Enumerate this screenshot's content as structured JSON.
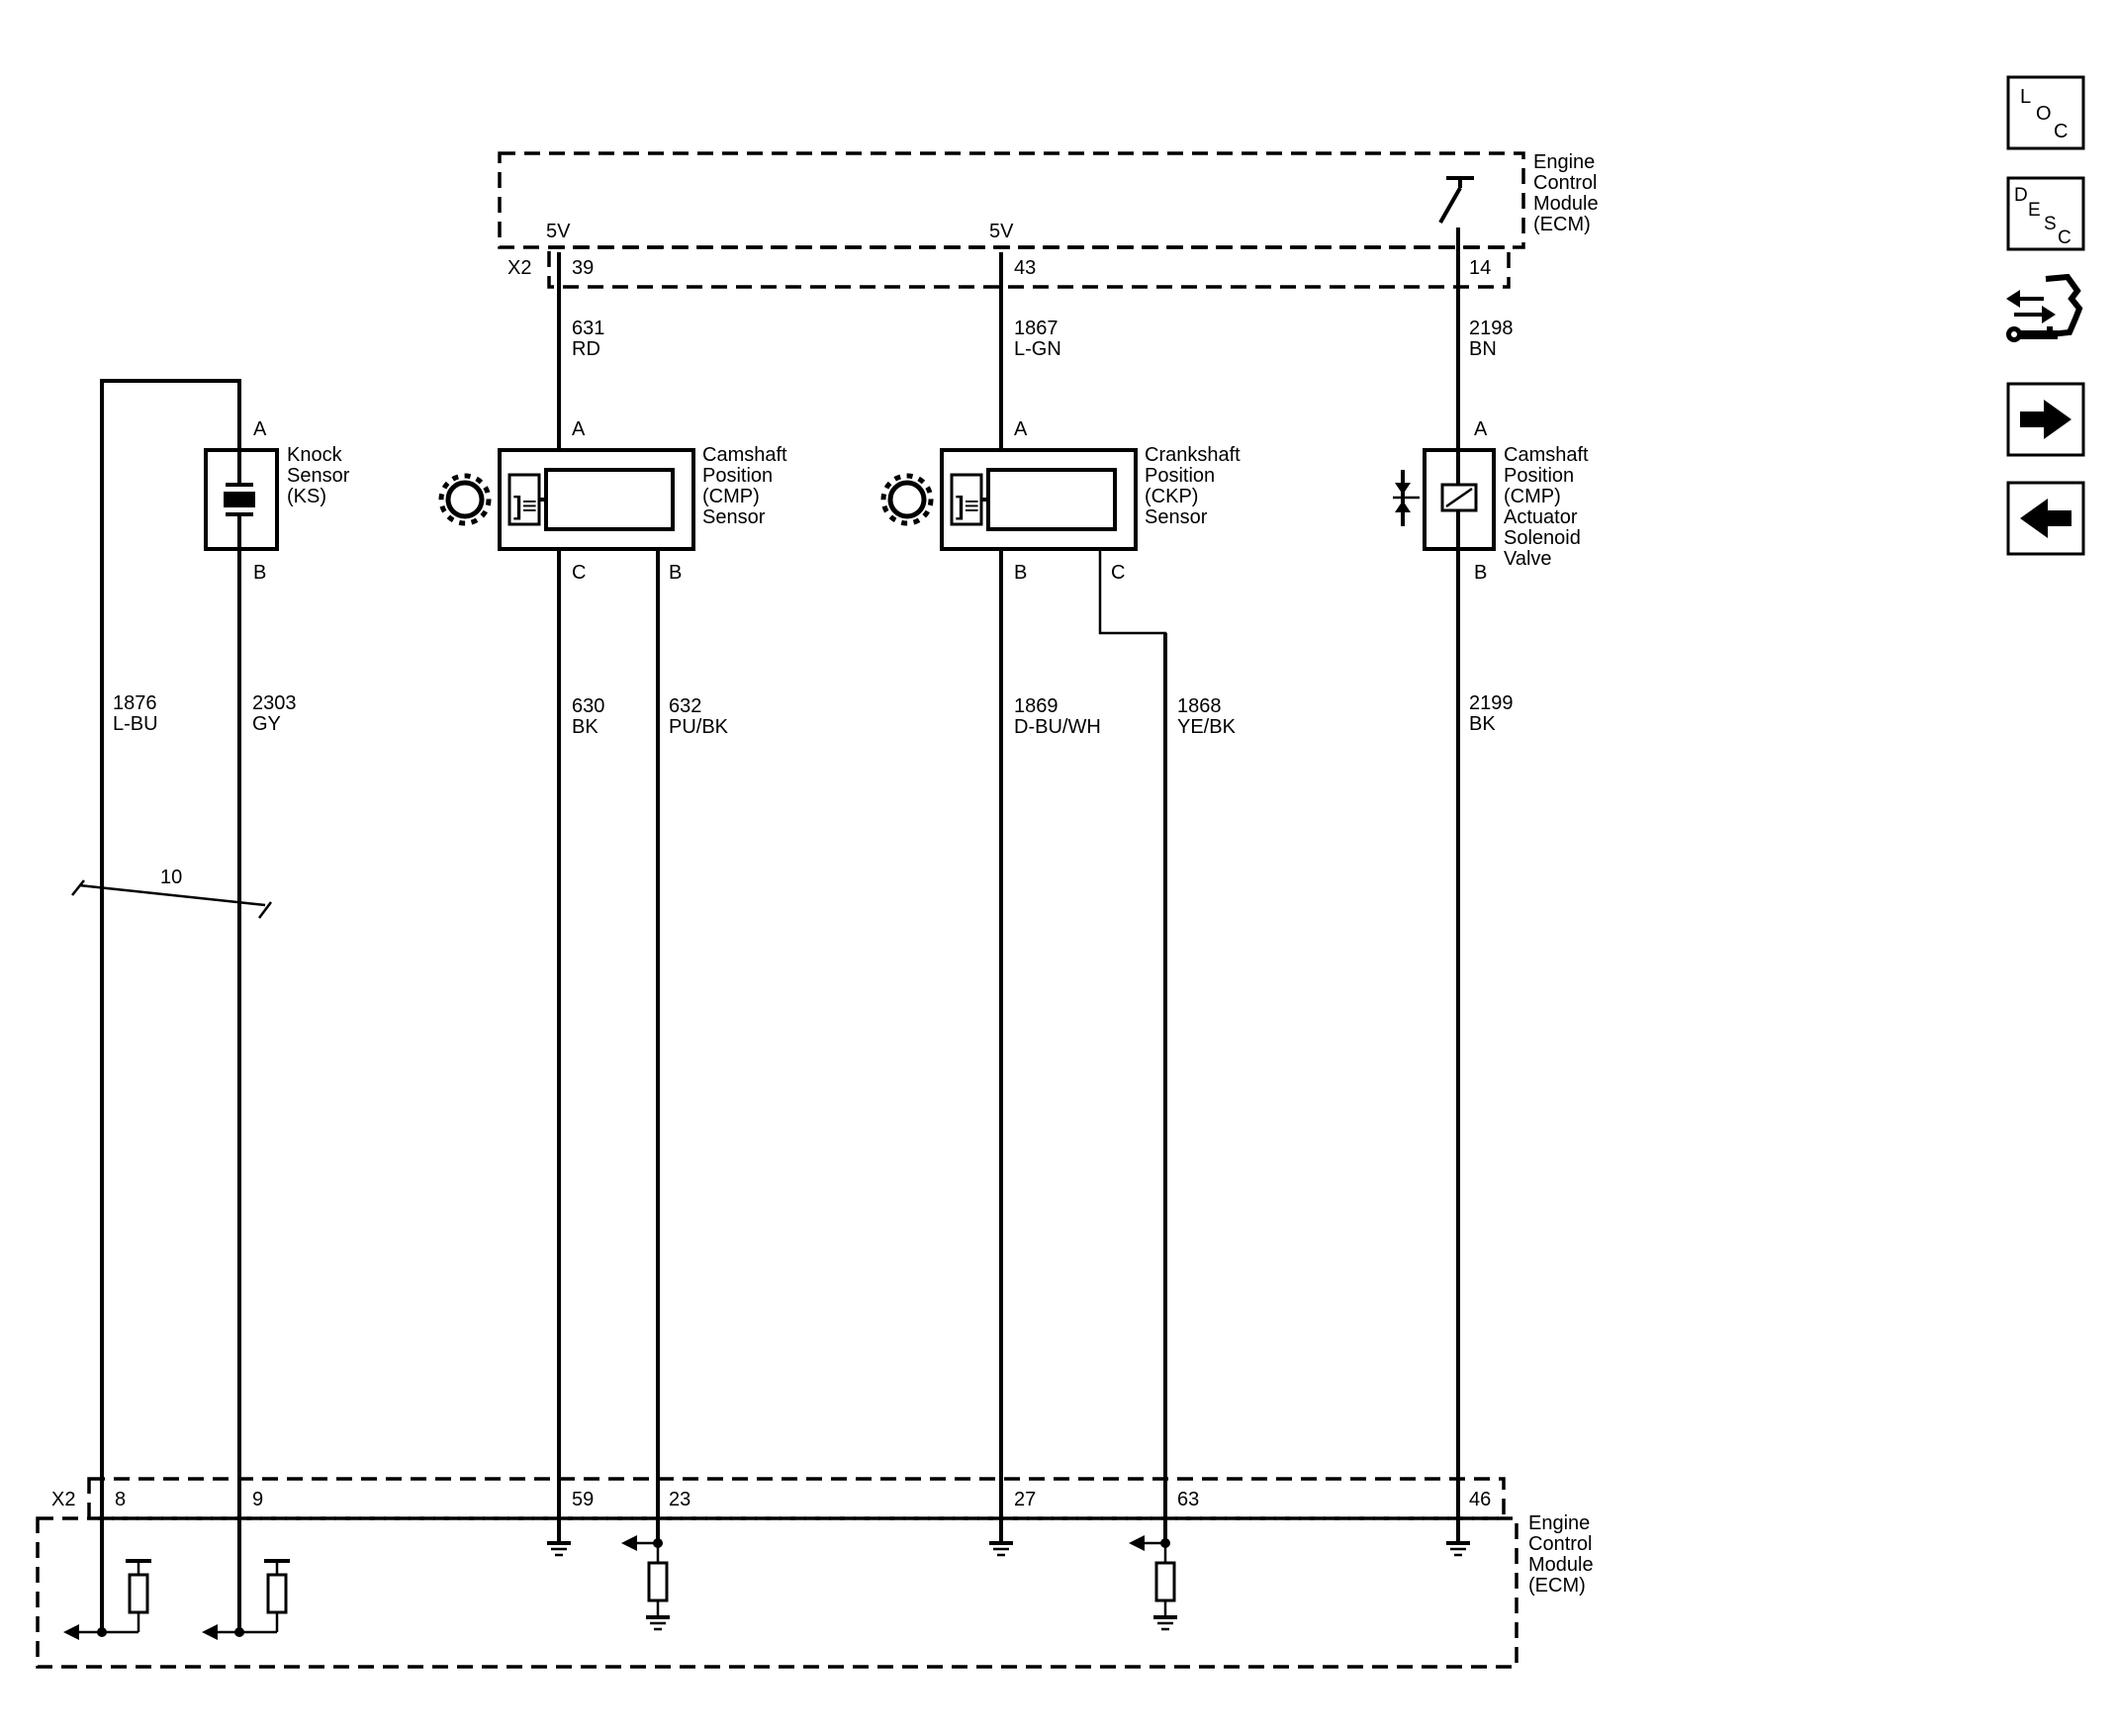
{
  "ecm_top": {
    "name_lines": [
      "Engine",
      "Control",
      "Module",
      "(ECM)"
    ],
    "connector": "X2",
    "v5_left": "5V",
    "v5_mid": "5V",
    "pins": [
      "39",
      "43",
      "14"
    ]
  },
  "ecm_bottom": {
    "name_lines": [
      "Engine",
      "Control",
      "Module",
      "(ECM)"
    ],
    "connector": "X2",
    "pins": [
      "8",
      "9",
      "59",
      "23",
      "27",
      "63",
      "46"
    ]
  },
  "components": {
    "knock_sensor": {
      "lines": [
        "Knock",
        "Sensor",
        "(KS)"
      ],
      "pin_top": "A",
      "pin_bottom": "B"
    },
    "cmp_sensor": {
      "lines": [
        "Camshaft",
        "Position",
        "(CMP)",
        "Sensor"
      ],
      "pin_top": "A",
      "pin_c": "C",
      "pin_b": "B"
    },
    "ckp_sensor": {
      "lines": [
        "Crankshaft",
        "Position",
        "(CKP)",
        "Sensor"
      ],
      "pin_top": "A",
      "pin_b": "B",
      "pin_c": "C"
    },
    "cmp_actuator": {
      "lines": [
        "Camshaft",
        "Position",
        "(CMP)",
        "Actuator",
        "Solenoid",
        "Valve"
      ],
      "pin_top": "A",
      "pin_bottom": "B"
    }
  },
  "wires": {
    "w631": {
      "circuit": "631",
      "color": "RD"
    },
    "w1867": {
      "circuit": "1867",
      "color": "L-GN"
    },
    "w2198": {
      "circuit": "2198",
      "color": "BN"
    },
    "w1876": {
      "circuit": "1876",
      "color": "L-BU"
    },
    "w2303": {
      "circuit": "2303",
      "color": "GY"
    },
    "w630": {
      "circuit": "630",
      "color": "BK"
    },
    "w632": {
      "circuit": "632",
      "color": "PU/BK"
    },
    "w1869": {
      "circuit": "1869",
      "color": "D-BU/WH"
    },
    "w1868": {
      "circuit": "1868",
      "color": "YE/BK"
    },
    "w2199": {
      "circuit": "2199",
      "color": "BK"
    }
  },
  "twist_label": "10",
  "nav": {
    "loc": {
      "l": "L",
      "o": "O",
      "c": "C"
    },
    "desc": {
      "d": "D",
      "e": "E",
      "s": "S",
      "c": "C"
    },
    "icons": [
      "loc-icon",
      "desc-icon",
      "connector-tool-icon",
      "next-arrow-icon",
      "back-arrow-icon"
    ]
  }
}
